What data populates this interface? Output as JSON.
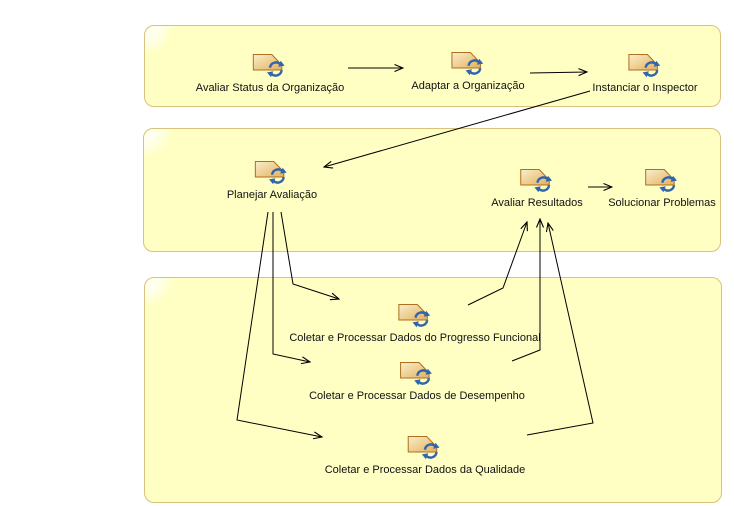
{
  "diagram": {
    "type": "process-workflow",
    "language": "pt-BR",
    "groups": [
      {
        "name": "top-phase",
        "tasks": [
          {
            "id": "avaliar-status",
            "label": "Avaliar Status da Organização"
          },
          {
            "id": "adaptar",
            "label": "Adaptar a Organização"
          },
          {
            "id": "instanciar",
            "label": "Instanciar o Inspector"
          }
        ]
      },
      {
        "name": "middle-phase",
        "tasks": [
          {
            "id": "planejar",
            "label": "Planejar Avaliação"
          },
          {
            "id": "avaliar-resultados",
            "label": "Avaliar Resultados"
          },
          {
            "id": "solucionar",
            "label": "Solucionar Problemas"
          }
        ]
      },
      {
        "name": "bottom-phase",
        "tasks": [
          {
            "id": "coletar-progresso",
            "label": "Coletar e Processar Dados do Progresso Funcional"
          },
          {
            "id": "coletar-desempenho",
            "label": "Coletar e Processar Dados de Desempenho"
          },
          {
            "id": "coletar-qualidade",
            "label": "Coletar e Processar Dados da Qualidade"
          }
        ]
      }
    ],
    "connections": [
      {
        "from": "avaliar-status",
        "to": "adaptar"
      },
      {
        "from": "adaptar",
        "to": "instanciar"
      },
      {
        "from": "instanciar",
        "to": "planejar"
      },
      {
        "from": "planejar",
        "to": "coletar-progresso"
      },
      {
        "from": "planejar",
        "to": "coletar-desempenho"
      },
      {
        "from": "planejar",
        "to": "coletar-qualidade"
      },
      {
        "from": "coletar-progresso",
        "to": "avaliar-resultados"
      },
      {
        "from": "coletar-desempenho",
        "to": "avaliar-resultados"
      },
      {
        "from": "coletar-qualidade",
        "to": "avaliar-resultados"
      },
      {
        "from": "avaliar-resultados",
        "to": "solucionar"
      }
    ],
    "icons": {
      "task": "task-document-sync-icon"
    },
    "colors": {
      "page_background": "#FFFFFF",
      "container_fill": "#FFFFC4",
      "container_border": "#D9C27E",
      "icon_tag_light": "#F9EECB",
      "icon_tag_dark": "#E3B05C",
      "icon_tag_border": "#AF6E20",
      "icon_sync_blue": "#2F66AD",
      "connector": "#000000",
      "label_text": "#111111"
    }
  }
}
